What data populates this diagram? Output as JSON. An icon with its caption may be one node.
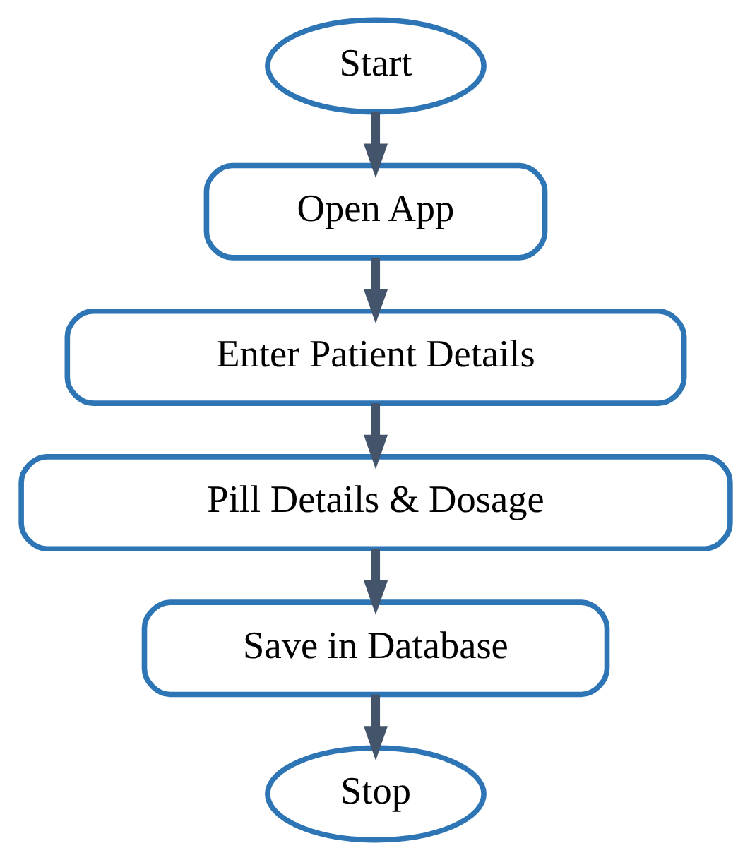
{
  "diagram": {
    "nodes": [
      {
        "text": [
          "Start"
        ]
      },
      {
        "text": [
          "Open App"
        ]
      },
      {
        "text": [
          "Enter Patient Details"
        ]
      },
      {
        "text": [
          "Pill Details & Dosage"
        ]
      },
      {
        "text": [
          "Save in Database"
        ]
      },
      {
        "text": [
          "Stop"
        ]
      }
    ],
    "edges": [
      {
        "from": 0,
        "to": 1,
        "arrow": "to"
      },
      {
        "from": 1,
        "to": 2,
        "arrow": "to"
      },
      {
        "from": 2,
        "to": 3,
        "arrow": "to"
      },
      {
        "from": 3,
        "to": 4,
        "arrow": "to"
      },
      {
        "from": 4,
        "to": 5,
        "arrow": "to"
      }
    ]
  }
}
